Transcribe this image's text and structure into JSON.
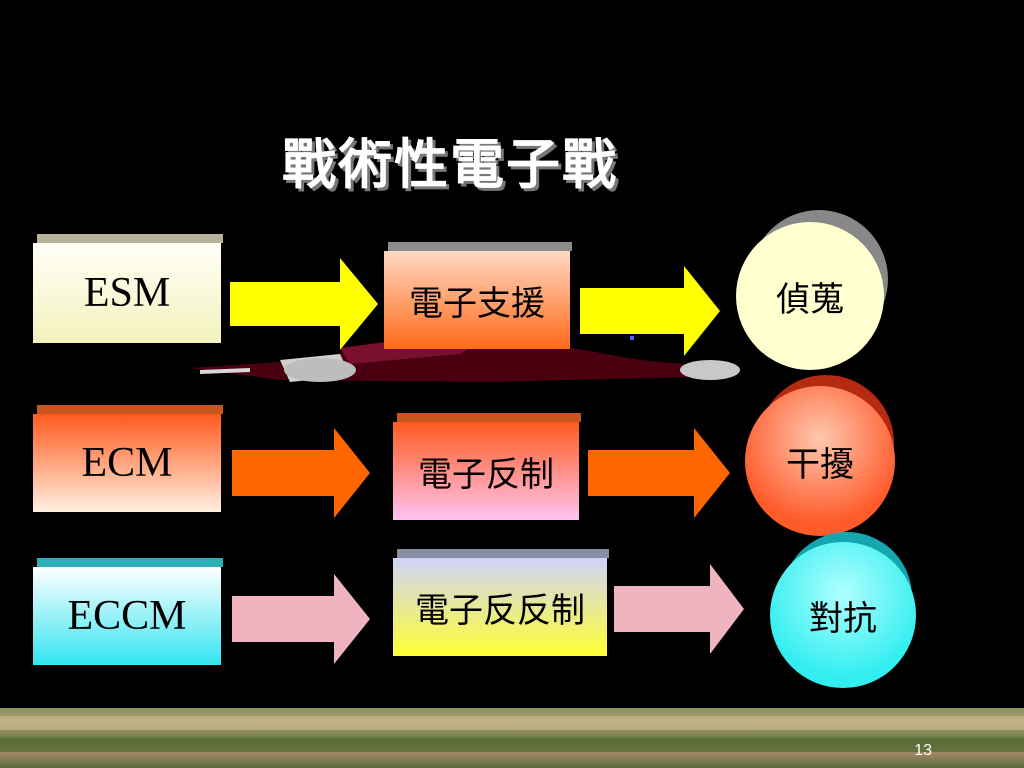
{
  "title": "戰術性電子戰",
  "rows": [
    {
      "abbr": "ESM",
      "middle": "電子支援",
      "result": "偵蒐",
      "colors": {
        "box_top": "#fffff5",
        "box_bottom": "#f7f5c0",
        "bevel": "#b7b39a",
        "mid_top": "#ffd7c0",
        "mid_bottom": "#ff6a1a",
        "mid_bevel": "#8c8c8c",
        "arrow": "#ffff00",
        "circle": "#ffffd0"
      }
    },
    {
      "abbr": "ECM",
      "middle": "電子反制",
      "result": "干擾",
      "colors": {
        "box_top": "#ff5a1e",
        "box_bottom": "#fff0e0",
        "bevel": "#c8561e",
        "mid_top": "#ff5a1e",
        "mid_bottom": "#ffc2f0",
        "mid_bevel": "#c8561e",
        "arrow": "#ff6600",
        "circle": "#ff7040"
      }
    },
    {
      "abbr": "ECCM",
      "middle": "電子反反制",
      "result": "對抗",
      "colors": {
        "box_top": "#ffffff",
        "box_bottom": "#33e5f0",
        "bevel": "#2bb0b8",
        "mid_top": "#ccd0f8",
        "mid_bottom": "#ffff33",
        "mid_bevel": "#8a8fa6",
        "arrow": "#f0b4c0",
        "circle": "#44f5f5"
      }
    }
  ],
  "page_number": "13"
}
